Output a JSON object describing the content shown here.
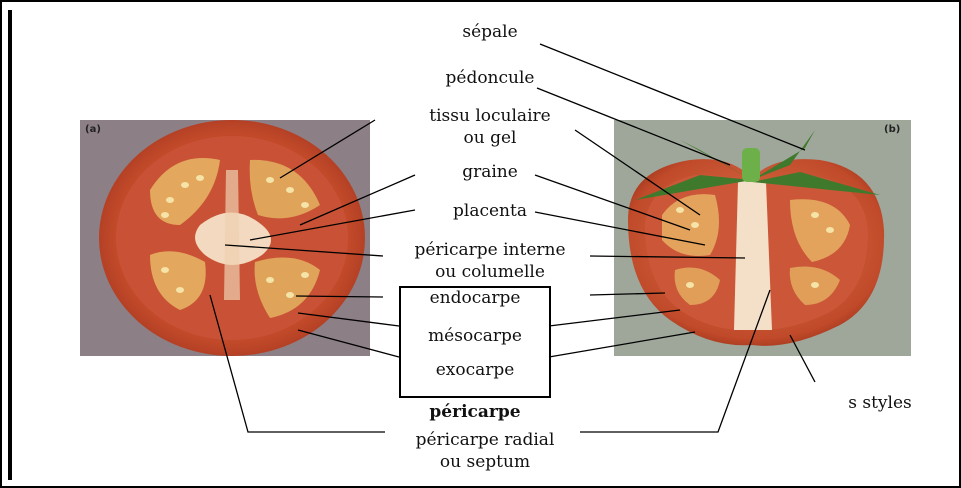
{
  "panels": {
    "left": "(a)",
    "right": "(b)"
  },
  "labels": {
    "sepale": "sépale",
    "pedoncule": "pédoncule",
    "tissu_1": "tissu loculaire",
    "tissu_2": "ou gel",
    "graine": "graine",
    "placenta": "placenta",
    "peri_interne_1": "péricarpe interne",
    "peri_interne_2": "ou columelle",
    "endocarpe": "endocarpe",
    "mesocarpe": "mésocarpe",
    "exocarpe": "exocarpe",
    "pericarpe": "péricarpe",
    "peri_radial_1": "péricarpe radial",
    "peri_radial_2": "ou septum",
    "styles": "s styles"
  },
  "colors": {
    "photo_bg_left": "#8c7f86",
    "photo_bg_right": "#9ea79a",
    "tomato_skin": "#c24a2a",
    "tomato_flesh": "#c9573b",
    "gel": "#e6b36a",
    "placenta": "#f2d9bf",
    "sepal_green": "#3f7a2c",
    "stem_green": "#6db04a"
  }
}
